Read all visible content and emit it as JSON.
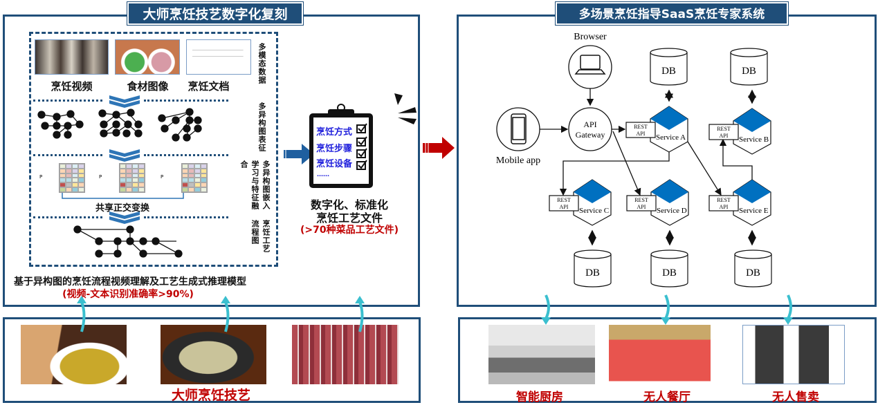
{
  "left_panel": {
    "title": "大师烹饪技艺数字化复刻",
    "modal_images": [
      {
        "label": "烹饪视频"
      },
      {
        "label": "食材图像"
      },
      {
        "label": "烹饪文档"
      }
    ],
    "side_labels": [
      "多模态数据",
      "多异构图表征",
      "多异构图嵌入学习与特征融合",
      "烹饪工艺流程图"
    ],
    "shared_transform": "共享正交变换",
    "matrix_label": "P",
    "model_title": "基于异构图的烹饪流程视频理解及工艺生成式推理模型",
    "model_accuracy": "(视频-文本识别准确率>90%)",
    "clipboard_items": [
      "烹饪方式",
      "烹饪步骤",
      "烹饪设备",
      "……"
    ],
    "output_title_line1": "数字化、标准化",
    "output_title_line2": "烹饪工艺文件",
    "output_count": "(>70种菜品工艺文件)"
  },
  "right_panel": {
    "title": "多场景烹饪指导SaaS烹饪专家系统",
    "browser_label": "Browser",
    "mobile_label": "Mobile app",
    "gateway_label_1": "API",
    "gateway_label_2": "Gateway",
    "rest_label_1": "REST",
    "rest_label_2": "API",
    "db_label": "DB",
    "services": [
      "Service A",
      "Service B",
      "Service C",
      "Service D",
      "Service E"
    ],
    "service_color": "#0070c0"
  },
  "bottom_left": {
    "caption": "大师烹饪技艺"
  },
  "bottom_right": {
    "captions": [
      "智能厨房",
      "无人餐厅",
      "无人售卖"
    ]
  },
  "colors": {
    "frame": "#1f4e79",
    "highlight": "#c00000",
    "arrow_teal": "#3bbfcf"
  }
}
